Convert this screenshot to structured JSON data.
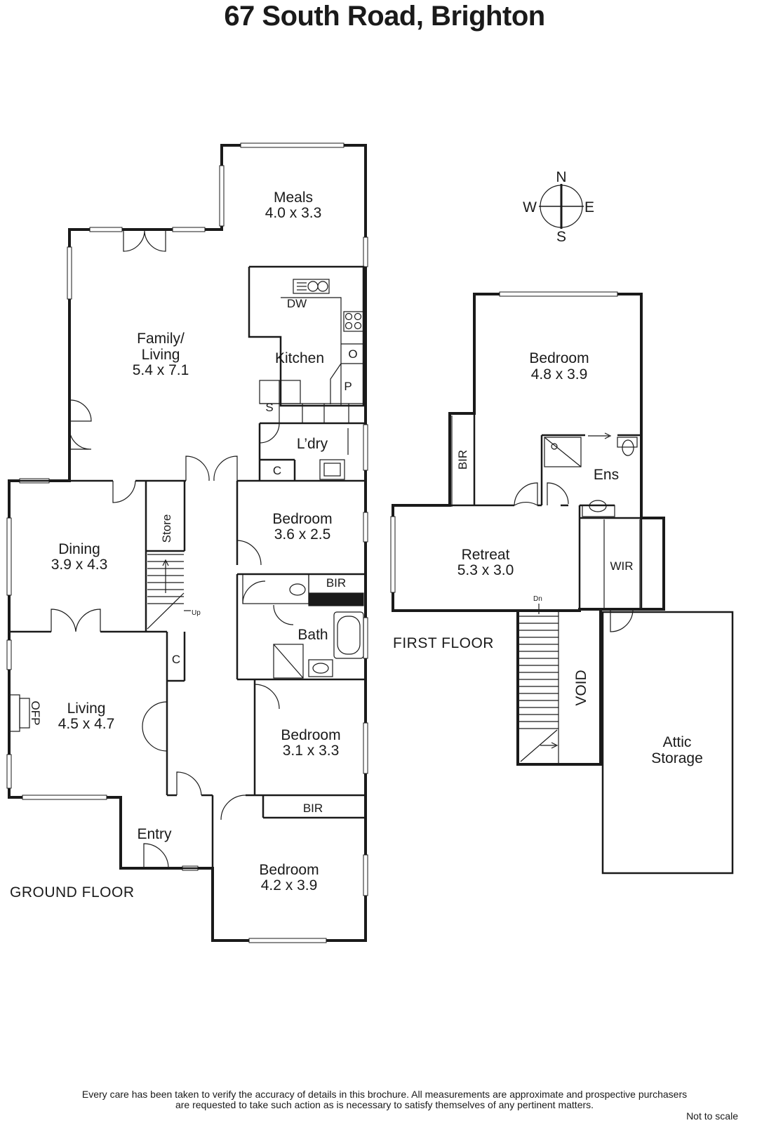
{
  "title": "67 South Road, Brighton",
  "compass": {
    "n": "N",
    "s": "S",
    "e": "E",
    "w": "W"
  },
  "ground_floor": {
    "label": "GROUND FLOOR",
    "rooms": {
      "meals": {
        "name": "Meals",
        "dims": "4.0 x 3.3"
      },
      "family_line1": "Family/",
      "family_line2": "Living",
      "family_dims": "5.4 x 7.1",
      "kitchen": "Kitchen",
      "laundry": "L’dry",
      "dining": {
        "name": "Dining",
        "dims": "3.9 x 4.3"
      },
      "living": {
        "name": "Living",
        "dims": "4.5 x 4.7"
      },
      "bedroom_a": {
        "name": "Bedroom",
        "dims": "3.6 x 2.5"
      },
      "bedroom_b": {
        "name": "Bedroom",
        "dims": "3.1 x 3.3"
      },
      "bedroom_c": {
        "name": "Bedroom",
        "dims": "4.2 x 3.9"
      },
      "bath": "Bath",
      "entry": "Entry",
      "store": "Store"
    },
    "marks": {
      "dw": "DW",
      "oven": "O",
      "pantry": "P",
      "sink": "S",
      "cupboard": "C",
      "bir": "BIR",
      "ofp": "OFP",
      "up": "Up"
    }
  },
  "first_floor": {
    "label": "FIRST FLOOR",
    "rooms": {
      "bedroom": {
        "name": "Bedroom",
        "dims": "4.8 x 3.9"
      },
      "ensuite": "Ens",
      "retreat": {
        "name": "Retreat",
        "dims": "5.3 x 3.0"
      },
      "wir": "WIR",
      "bir": "BIR",
      "void": "VOID",
      "attic_line1": "Attic",
      "attic_line2": "Storage",
      "dn": "Dn"
    }
  },
  "disclaimer_line1": "Every care has been taken to verify the accuracy of details in this brochure.  All measurements are approximate and prospective purchasers",
  "disclaimer_line2": "are requested to take such action as is necessary to satisfy themselves of any pertinent matters.",
  "not_to_scale": "Not to scale"
}
